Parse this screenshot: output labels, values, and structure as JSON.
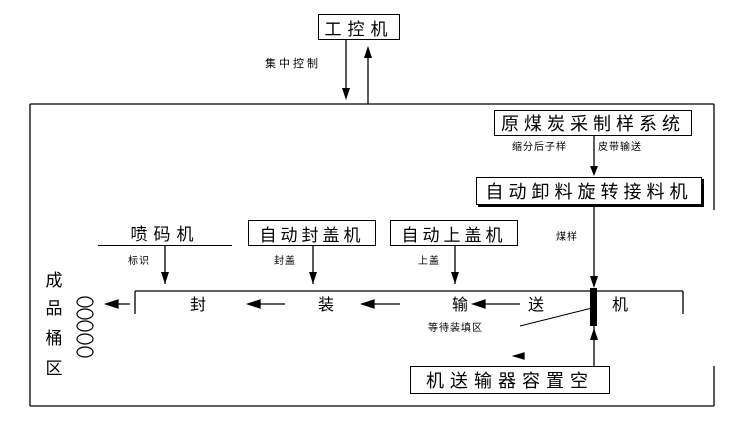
{
  "boxes": {
    "ipc": "工控机",
    "sampling_system": "原煤炭采制样系统",
    "rotary_unloader": "自动卸料旋转接料机",
    "inkjet": "喷码机",
    "auto_capper": "自动封盖机",
    "auto_lidder": "自动上盖机",
    "empty_return": "机送输器容置空"
  },
  "labels": {
    "central_control": "集中控制",
    "reduced_sample": "缩分后子样",
    "belt_conveying": "皮带输送",
    "coal_sample": "煤样",
    "marking": "标识",
    "sealing": "封盖",
    "lidding": "上盖",
    "waiting_zone": "等待装填区"
  },
  "conveyor_text": [
    "封",
    "装",
    "输",
    "送",
    "机"
  ],
  "product_zone": [
    "成",
    "品",
    "桶",
    "区"
  ]
}
